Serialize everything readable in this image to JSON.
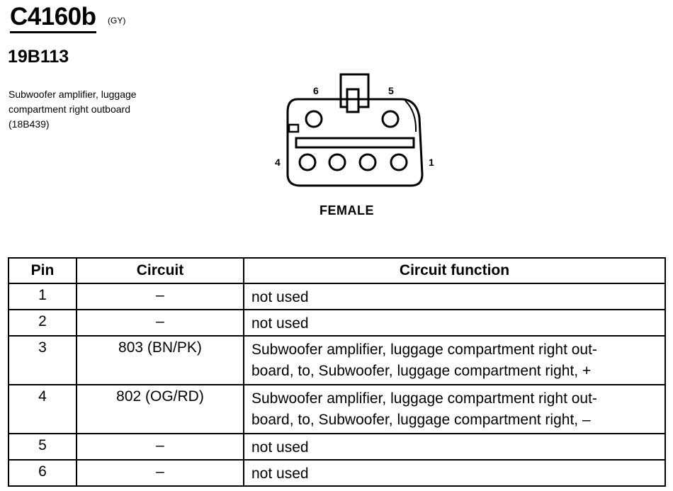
{
  "connector": {
    "id": "C4160b",
    "color": "(GY)",
    "part_number": "19B113",
    "description": [
      "Subwoofer amplifier, luggage",
      "compartment right outboard",
      "(18B439)"
    ],
    "gender": "FEMALE",
    "pin_labels": {
      "six": "6",
      "five": "5",
      "four": "4",
      "one": "1"
    }
  },
  "table": {
    "headers": {
      "pin": "Pin",
      "circuit": "Circuit",
      "function": "Circuit function"
    },
    "rows": [
      {
        "pin": "1",
        "circuit": "–",
        "function": [
          "not used"
        ]
      },
      {
        "pin": "2",
        "circuit": "–",
        "function": [
          "not used"
        ]
      },
      {
        "pin": "3",
        "circuit": "803 (BN/PK)",
        "function": [
          "Subwoofer amplifier, luggage compartment right out-",
          "board, to, Subwoofer, luggage compartment right, +"
        ]
      },
      {
        "pin": "4",
        "circuit": "802 (OG/RD)",
        "function": [
          "Subwoofer amplifier, luggage compartment right out-",
          "board, to, Subwoofer, luggage compartment right, –"
        ]
      },
      {
        "pin": "5",
        "circuit": "–",
        "function": [
          "not used"
        ]
      },
      {
        "pin": "6",
        "circuit": "–",
        "function": [
          "not used"
        ]
      }
    ]
  }
}
